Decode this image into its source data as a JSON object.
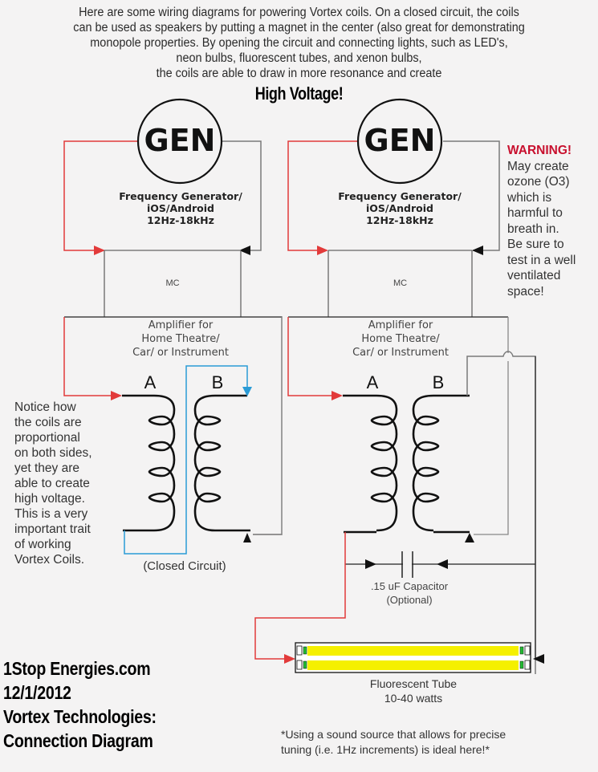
{
  "intro": {
    "lines": [
      "Here are some wiring diagrams for powering Vortex coils. On a closed circuit, the coils",
      "can be used as speakers by putting a magnet in the center (also great for demonstrating",
      "monopole properties. By opening the circuit and connecting lights, such as LED's,",
      "neon bulbs, fluorescent tubes, and xenon bulbs,",
      "the coils are able to draw in more resonance and create"
    ],
    "headline": "High Voltage!"
  },
  "left_diagram": {
    "generator": {
      "symbol": "GEN",
      "line1": "Frequency Generator/",
      "line2": "iOS/Android",
      "line3": "12Hz-18kHz"
    },
    "mc_label": "MC",
    "amplifier": {
      "line1": "Amplifier for",
      "line2": "Home Theatre/",
      "line3": "Car/ or Instrument"
    },
    "coil_a": "A",
    "coil_b": "B",
    "caption": "(Closed Circuit)"
  },
  "right_diagram": {
    "generator": {
      "symbol": "GEN",
      "line1": "Frequency Generator/",
      "line2": "iOS/Android",
      "line3": "12Hz-18kHz"
    },
    "mc_label": "MC",
    "amplifier": {
      "line1": "Amplifier for",
      "line2": "Home Theatre/",
      "line3": "Car/  or Instrument"
    },
    "coil_a": "A",
    "coil_b": "B",
    "capacitor": {
      "line1": ".15 uF Capacitor",
      "line2": "(Optional)"
    },
    "tube": {
      "line1": "Fluorescent Tube",
      "line2": "10-40 watts"
    }
  },
  "warning": {
    "title": "WARNING!",
    "lines": [
      "May create",
      "ozone (O3)",
      "which is",
      "harmful to",
      "breath in.",
      "Be sure to",
      "test in a well",
      "ventilated",
      "space!"
    ]
  },
  "notice": {
    "lines": [
      "Notice how",
      "the coils are",
      "proportional",
      "on both sides,",
      "yet they are",
      "able to create",
      "high voltage.",
      "This is a very",
      "important trait",
      "of working",
      "Vortex Coils."
    ]
  },
  "brand": {
    "lines": [
      "1Stop Energies.com",
      "12/1/2012",
      "Vortex Technologies:",
      "Connection Diagram"
    ]
  },
  "footnote": {
    "line1": "*Using a sound source that allows for precise",
    "line2": "tuning (i.e. 1Hz increments) is ideal here!*"
  },
  "colors": {
    "red_wire": "#e23a3a",
    "blue_wire": "#2a9bd6",
    "gray_wire": "#7a7a7a",
    "tube_yellow": "#f5f000",
    "tube_green": "#22bb33",
    "warning_red": "#c8102e"
  }
}
